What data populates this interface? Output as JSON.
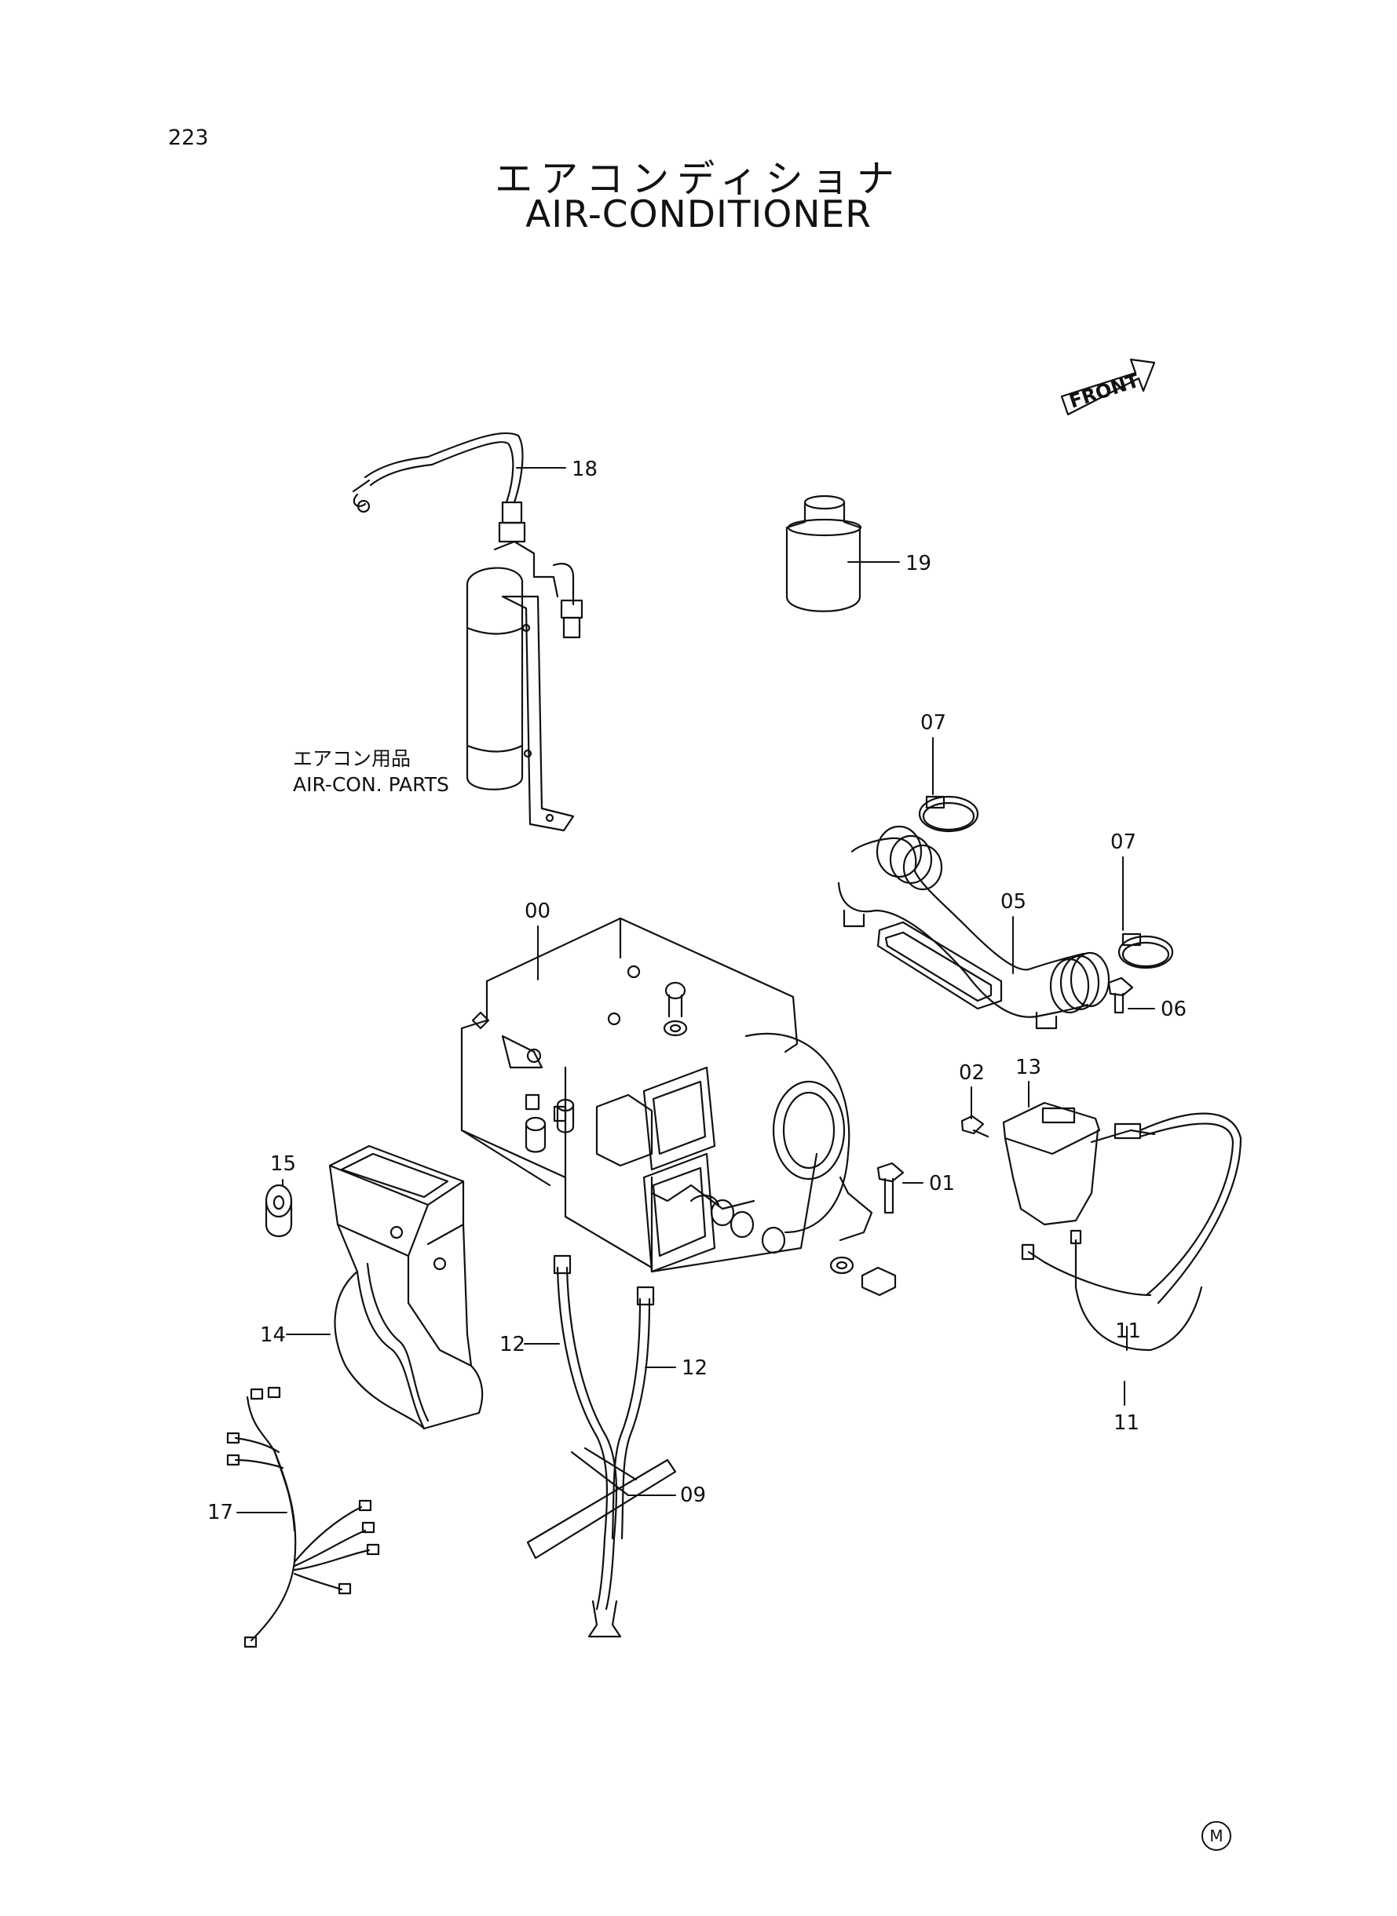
{
  "page": {
    "number": "223",
    "title_jp": "エアコンディショナ",
    "title_en": "AIR-CONDITIONER",
    "direction_label": "FRONT",
    "note_jp": "エアコン用品",
    "note_en": "AIR-CON. PARTS",
    "mark": "M"
  },
  "callouts": [
    "18",
    "19",
    "07",
    "07",
    "05",
    "00",
    "06",
    "02",
    "13",
    "01",
    "15",
    "14",
    "12",
    "12",
    "11",
    "11",
    "09",
    "17"
  ]
}
